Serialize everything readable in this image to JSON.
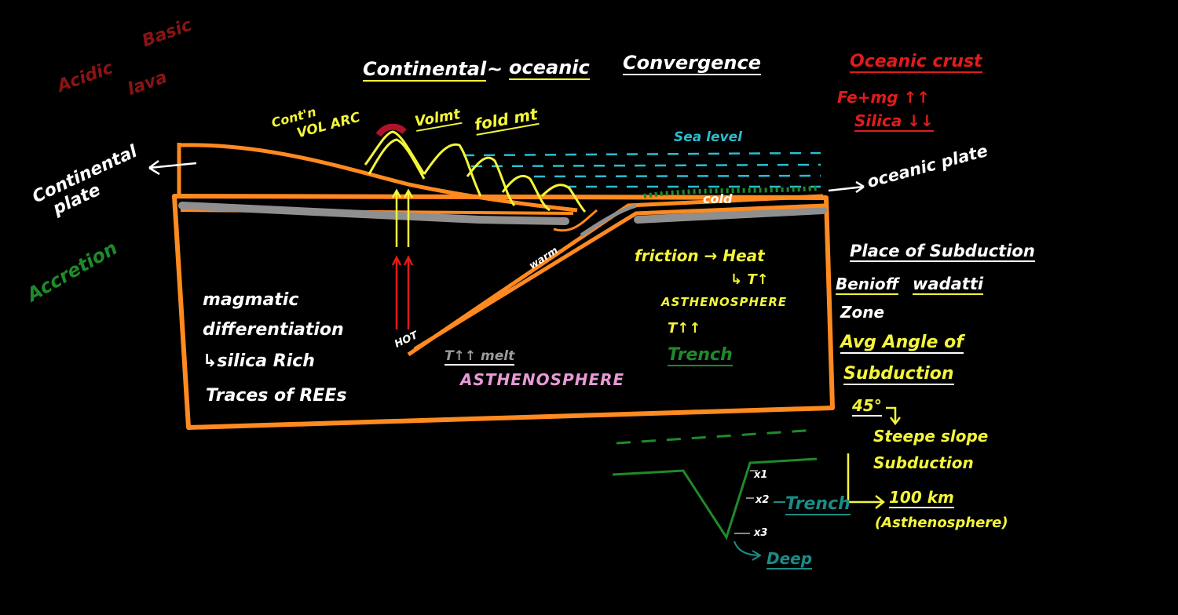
{
  "title": {
    "part1": "Continental",
    "sep": "~",
    "part2": "oceanic",
    "part3": "Convergence"
  },
  "top_left": {
    "acidic": "Acidic",
    "basic": "Basic",
    "lava": "lava"
  },
  "left": {
    "continental_plate_1": "Continental",
    "continental_plate_2": "plate",
    "accretion": "Accretion"
  },
  "diagram": {
    "cont_vol_arc_1": "Cont'n",
    "cont_vol_arc_2": "VOL ARC",
    "vol_mt": "Volmt",
    "fold_mt": "fold mt",
    "sea_level": "Sea level",
    "oceanic_plate": "oceanic plate",
    "cold": "cold",
    "warm": "warm",
    "hot": "HOT",
    "melt": "T↑↑ melt",
    "asthenosphere": "ASTHENOSPHERE",
    "friction_heat": "friction → Heat",
    "t_up": "↳ T↑",
    "asthenosphere_right": "ASTHENOSPHERE",
    "t_up_up": "T↑↑",
    "trench": "Trench",
    "magmatic_1": "magmatic",
    "magmatic_2": "differentiation",
    "magmatic_3": "↳silica Rich",
    "magmatic_4": "Traces of REEs"
  },
  "right_panel": {
    "oceanic_crust": "Oceanic crust",
    "fe_mg": "Fe+mg ↑↑",
    "silica": "Silica ↓↓",
    "place_of_subduction": "Place of Subduction",
    "benioff": "Benioff",
    "wadatti": "wadatti",
    "zone": "Zone",
    "avg_angle": "Avg Angle of",
    "subduction": "Subduction",
    "angle_value": "45°",
    "steep_slope": "Steepe slope",
    "subduction2": "Subduction",
    "depth_value": "100 km",
    "asthenosphere_paren": "(Asthenosphere)"
  },
  "trench_sketch": {
    "x1": "x1",
    "x2": "x2",
    "x3": "x3",
    "trench": "Trench",
    "deep": "Deep"
  },
  "colors": {
    "background": "#000000",
    "plate_outline": "#ff8a1f",
    "crust_line": "#8f8f8f",
    "annotation_yellow": "#f3f53a",
    "annotation_red": "#e11b1b",
    "sea_dash": "#2bbcd0",
    "accent_green": "#1f8a2a"
  }
}
